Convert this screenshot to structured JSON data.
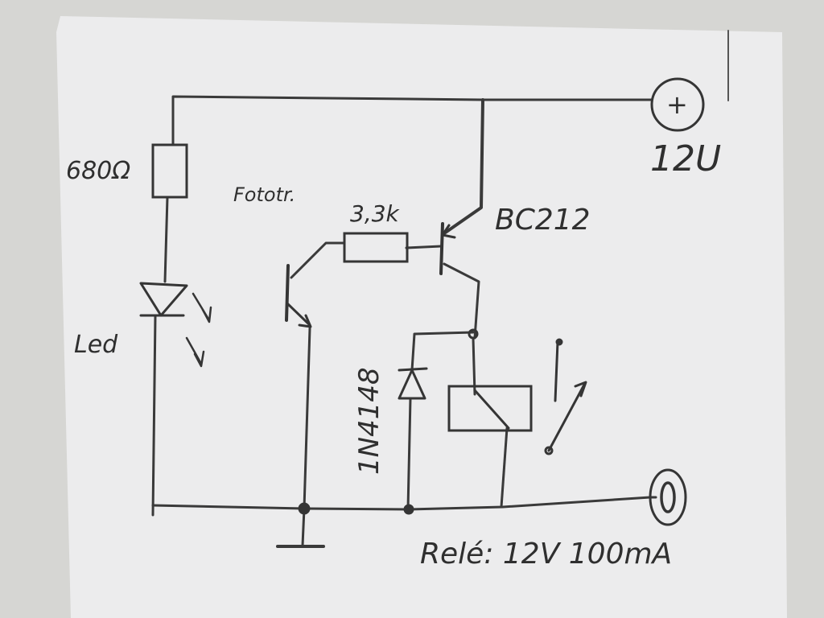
{
  "colors": {
    "table": "#d9d9d6",
    "paper": "#ededee",
    "pencil": "#3a3a3a"
  },
  "labels": {
    "resistor_led": "680Ω",
    "led": "Led",
    "phototransistor": "Fototr.",
    "resistor_base": "3,3k",
    "transistor": "BC212",
    "diode": "1N4148",
    "supply_voltage": "12U",
    "plus_symbol": "+",
    "zero_symbol": "0",
    "relay": "Relé: 12V 100mA"
  }
}
